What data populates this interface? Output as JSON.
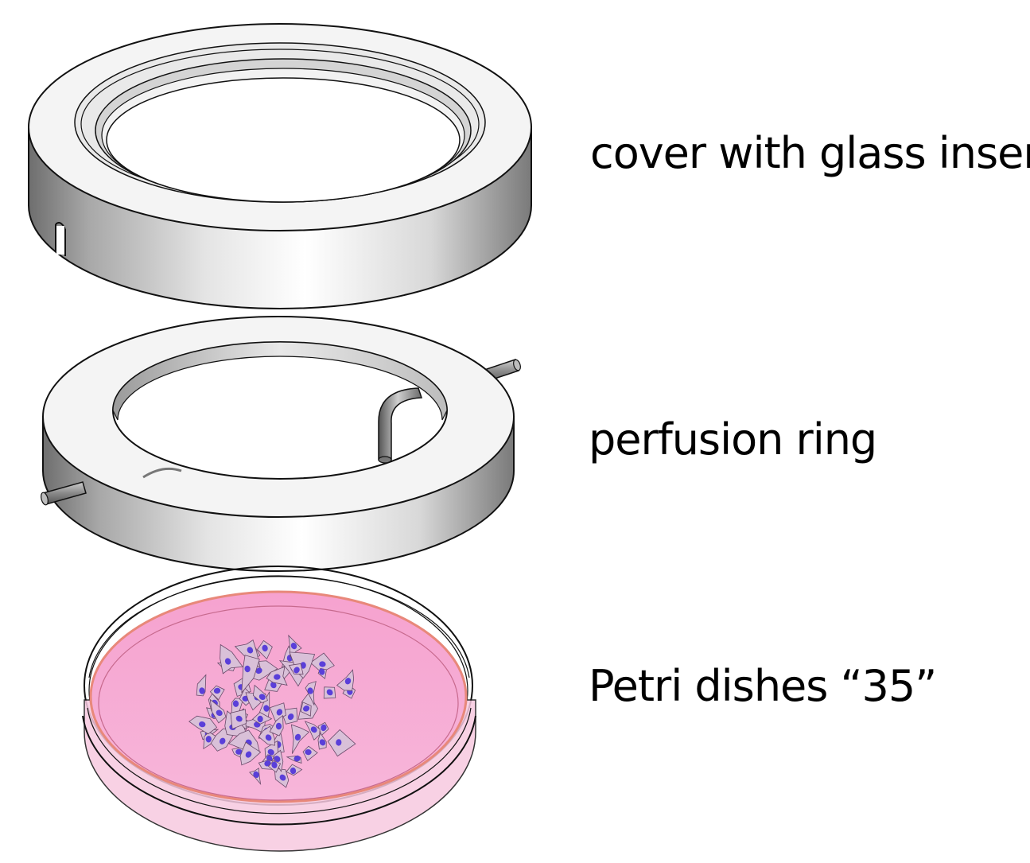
{
  "labels": {
    "cover": "cover with glass insert",
    "ring": "perfusion ring",
    "dish": "Petri dishes “35”"
  },
  "colors": {
    "metal_light": "#f2f2f2",
    "metal_dark": "#6e6e6e",
    "medium_pink": "#f6a8d2",
    "medium_edge": "#e8887a",
    "cell_fill": "#d9c0d8",
    "cell_nucleus": "#5a3fd9",
    "outline": "#111111"
  }
}
